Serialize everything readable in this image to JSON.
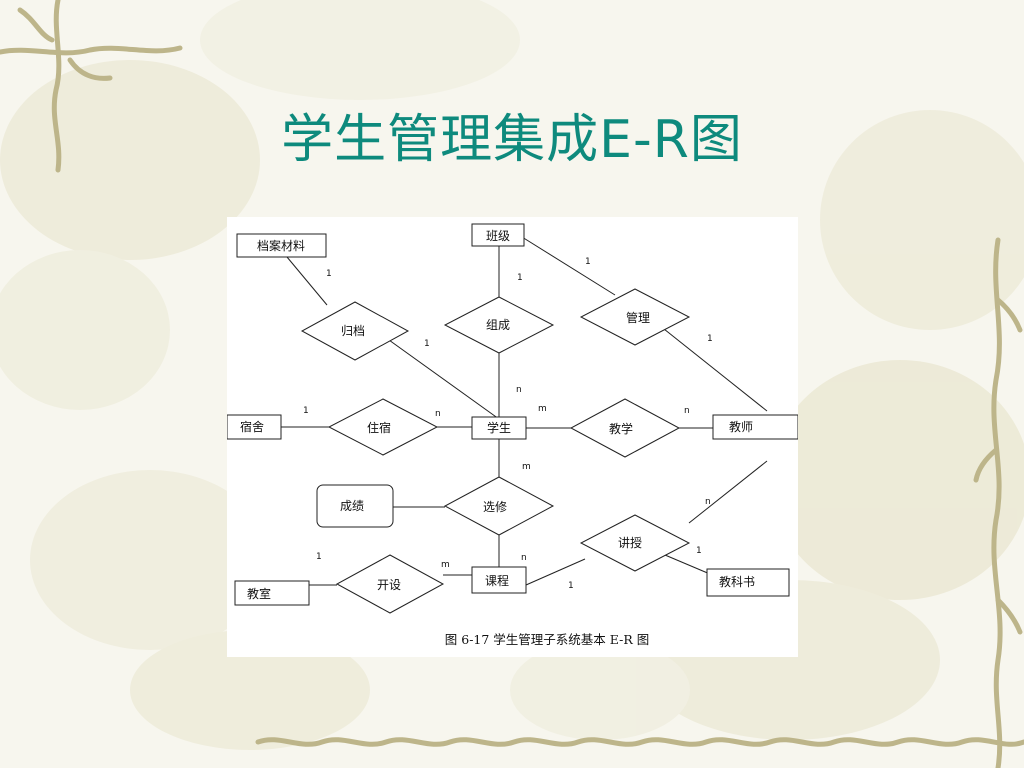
{
  "slide": {
    "title": "学生管理集成E-R图"
  },
  "diagram": {
    "caption": "图 6-17 学生管理子系统基本 E-R 图",
    "entities": [
      {
        "id": "dangan",
        "label": "档案材料"
      },
      {
        "id": "banji",
        "label": "班级"
      },
      {
        "id": "sushe",
        "label": "宿舍"
      },
      {
        "id": "xuesheng",
        "label": "学生"
      },
      {
        "id": "jiaoshi",
        "label": "教师"
      },
      {
        "id": "chengji",
        "label": "成绩"
      },
      {
        "id": "kecheng",
        "label": "课程"
      },
      {
        "id": "jiaoshi_room",
        "label": "教室"
      },
      {
        "id": "jiaokeshu",
        "label": "教科书"
      }
    ],
    "relationships": [
      {
        "id": "guidang",
        "label": "归档"
      },
      {
        "id": "zucheng",
        "label": "组成"
      },
      {
        "id": "guanli",
        "label": "管理"
      },
      {
        "id": "zhusu",
        "label": "住宿"
      },
      {
        "id": "jiaoxue",
        "label": "教学"
      },
      {
        "id": "xuanxiu",
        "label": "选修"
      },
      {
        "id": "jiangshou",
        "label": "讲授"
      },
      {
        "id": "kaishe",
        "label": "开设"
      }
    ],
    "cardinalities": [
      {
        "id": "c1",
        "label": "1"
      },
      {
        "id": "c2",
        "label": "1"
      },
      {
        "id": "c3",
        "label": "1"
      },
      {
        "id": "c4",
        "label": "1"
      },
      {
        "id": "c5",
        "label": "1"
      },
      {
        "id": "c6",
        "label": "1"
      },
      {
        "id": "c7",
        "label": "1"
      },
      {
        "id": "c8",
        "label": "1"
      },
      {
        "id": "c9",
        "label": "1"
      },
      {
        "id": "c10",
        "label": "n"
      },
      {
        "id": "c11",
        "label": "n"
      },
      {
        "id": "c12",
        "label": "m"
      },
      {
        "id": "c13",
        "label": "n"
      },
      {
        "id": "c14",
        "label": "m"
      },
      {
        "id": "c15",
        "label": "n"
      },
      {
        "id": "c16",
        "label": "n"
      },
      {
        "id": "c17",
        "label": "m"
      }
    ]
  },
  "colors": {
    "title": "#0e8a7d",
    "background": "#f7f6ee",
    "vine": "#bdb58a"
  }
}
